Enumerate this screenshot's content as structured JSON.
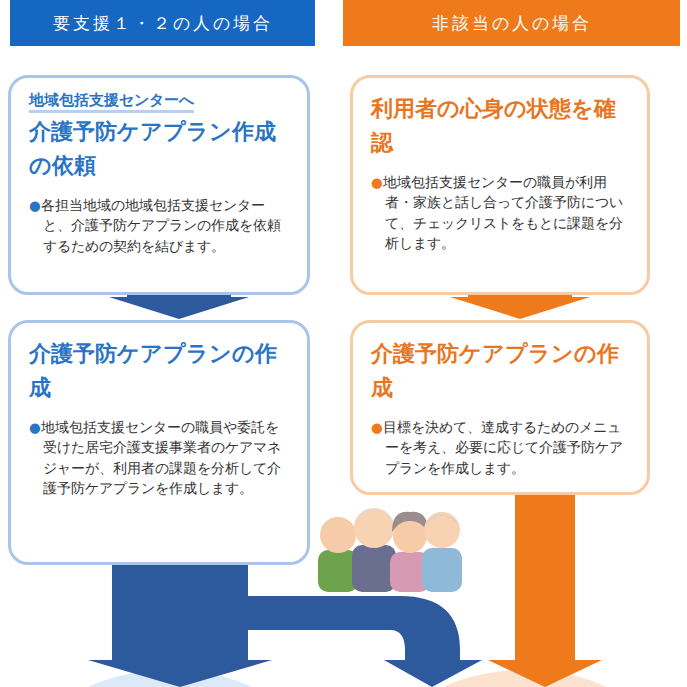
{
  "diagram": {
    "nodes": [
      {
        "text": [
          "要支援１・２の人の場合"
        ]
      },
      {
        "text": [
          "非該当の人の場合"
        ]
      },
      {
        "text": [
          "地域包括支援センターへ",
          "介護予防ケアプラン作成の依頼",
          "●各担当地域の地域包括支援センターと、介護予防ケアプランの作成を依頼するための契約を結びます。"
        ]
      },
      {
        "text": [
          "介護予防ケアプランの作成",
          "●地域包括支援センターの職員や委託を受けた居宅介護支援事業者のケアマネジャーが、利用者の課題を分析して介護予防ケアプランを作成します。"
        ]
      },
      {
        "text": [
          "利用者の心身の状態を確認",
          "●地域包括支援センターの職員が利用者・家族と話し合って介護予防について、チェックリストをもとに課題を分析します。"
        ]
      },
      {
        "text": [
          "介護予防ケアプランの作成",
          "●目標を決めて、達成するためのメニューを考え、必要に応じて介護予防ケアプランを作成します。"
        ]
      }
    ],
    "edges": [
      {
        "from": 2,
        "to": 3,
        "arrow": "to"
      },
      {
        "from": 4,
        "to": 5,
        "arrow": "to"
      }
    ]
  }
}
